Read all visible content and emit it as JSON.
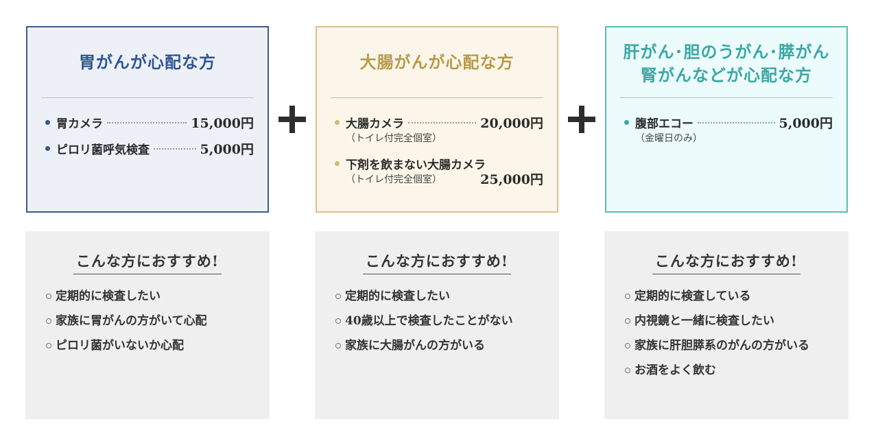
{
  "cards": [
    {
      "title": "胃がんが心配な方",
      "color": "#2e5693",
      "items": [
        {
          "name": "胃カメラ",
          "price": "15,000円",
          "note": ""
        },
        {
          "name": "ピロリ菌呼気検査",
          "price": "5,000円",
          "note": ""
        }
      ]
    },
    {
      "title": "大腸がんが心配な方",
      "color": "#b89a48",
      "items": [
        {
          "name": "大腸カメラ",
          "price": "20,000円",
          "note": "（トイレ付完全個室）"
        },
        {
          "name": "下剤を飲まない大腸カメラ",
          "price": "25,000円",
          "note": "（トイレ付完全個室）"
        }
      ]
    },
    {
      "title": "肝がん･胆のうがん･膵がん\n腎がんなどが心配な方",
      "color": "#3aa8a5",
      "items": [
        {
          "name": "腹部エコー",
          "price": "5,000円",
          "note": "（金曜日のみ）"
        }
      ]
    }
  ],
  "recommend": [
    {
      "title": "こんな方におすすめ!",
      "items": [
        "定期的に検査したい",
        "家族に胃がんの方がいて心配",
        "ピロリ菌がいないか心配"
      ]
    },
    {
      "title": "こんな方におすすめ!",
      "items": [
        "定期的に検査したい",
        "40歳以上で検査したことがない",
        "家族に大腸がんの方がいる"
      ]
    },
    {
      "title": "こんな方におすすめ!",
      "items": [
        "定期的に検査している",
        "内視鏡と一緒に検査したい",
        "家族に肝胆膵系のがんの方がいる",
        "お酒をよく飲む"
      ]
    }
  ]
}
